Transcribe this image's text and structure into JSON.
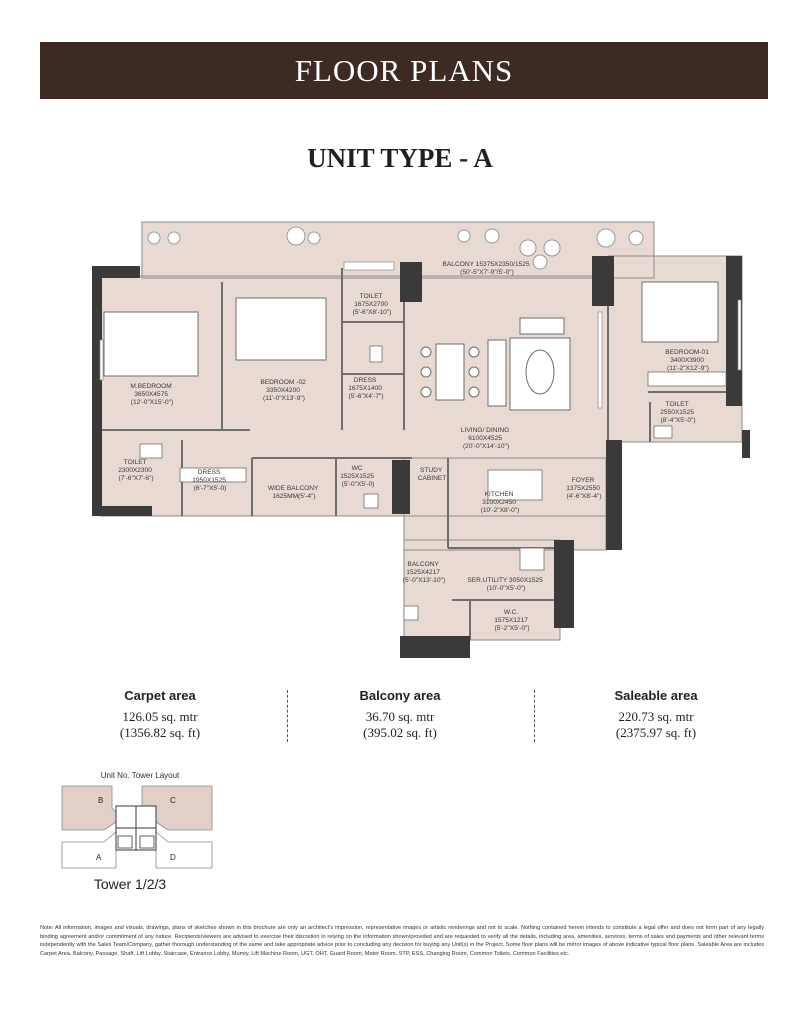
{
  "header": {
    "title": "FLOOR PLANS"
  },
  "unit": {
    "title": "UNIT TYPE - A"
  },
  "rooms": {
    "balcony_top": [
      "BALCONY 15375X2350/1525",
      "(50'-5\"X7'-9\"/5'-0\")"
    ],
    "bedroom_01": [
      "BEDROOM-01",
      "3400X3900",
      "(11'-2\"X12'-9\")"
    ],
    "toilet_top": [
      "TOILET",
      "1675X2700",
      "(5'-6\"X8'-10\")"
    ],
    "mbedroom": [
      "M.BEDROOM",
      "3650X4575",
      "(12'-0\"X15'-0\")"
    ],
    "bedroom_02": [
      "BEDROOM -02",
      "3350X4200",
      "(11'-0\"X13'-9\")"
    ],
    "dress_center": [
      "DRESS",
      "1675X1400",
      "(5'-6\"X4'-7\")"
    ],
    "toilet_right": [
      "TOILET",
      "2550X1525",
      "(8'-4\"X5'-0\")"
    ],
    "living": [
      "LIVING/ DINING",
      "6100X4525",
      "(20'-0\"X14'-10\")"
    ],
    "toilet_left": [
      "TOILET",
      "2300X2300",
      "(7'-6\"X7'-6\")"
    ],
    "dress_left": [
      "DRESS",
      "1950X1525",
      "(6'-7\"X5'-0)"
    ],
    "wide_balcony": [
      "WIDE BALCONY",
      "1625MM(5'-4\")"
    ],
    "wc": [
      "WC",
      "1525X1525",
      "(5'-0\"X5'-0)"
    ],
    "study": [
      "STUDY",
      "CABINET"
    ],
    "foyer": [
      "FOYER",
      "1375X2550",
      "(4'-6\"X8'-4\")"
    ],
    "kitchen": [
      "KITCHEN",
      "3100X2450",
      "(10'-2\"X8'-0\")"
    ],
    "balcony_small": [
      "BALCONY",
      "1525X4217",
      "(5'-0\"X13'-10\")"
    ],
    "ser_utility": [
      "SER.UTILITY 3050X1525",
      "(10'-0\"X5'-0\")"
    ],
    "wc_small": [
      "W.C.",
      "1575X1217",
      "(5'-2\"X5'-0\")"
    ]
  },
  "areas": {
    "carpet": {
      "label": "Carpet area",
      "metric": "126.05 sq. mtr",
      "imperial": "(1356.82 sq. ft)"
    },
    "balcony": {
      "label": "Balcony area",
      "metric": "36.70 sq. mtr",
      "imperial": "(395.02 sq. ft)"
    },
    "saleable": {
      "label": "Saleable area",
      "metric": "220.73 sq. mtr",
      "imperial": "(2375.97 sq. ft)"
    }
  },
  "layout": {
    "caption": "Unit No. Tower Layout",
    "units": [
      "B",
      "C",
      "A",
      "D"
    ],
    "tower": "Tower 1/2/3"
  },
  "notes": "Note: All information, images and visuals, drawings, plans of sketches shown in this brochure are only an architect's impression, representative images or artistic renderings and not to scale. Nothing contained herein intends to constitute a legal offer and does not form part of any legally binding agreement and/or commitment of any nature. Recipients/viewers are advised to exercise their discretion in relying on the information shown/provided and are requested to verify all the details, including area, amenities, services, terms of sales and payments and other relevant terms independently with the Sales Team/Company, gather thorough understanding of the same and take appropriate advice prior to concluding any decision for buying any Unit(s) in the Project. Some floor plans will be mirror images of above indicative typical floor plans. Saleable Area are includes Carpet Area, Balcony, Passage, Shaft, Lift Lobby, Staircase, Entrance Lobby, Mumty, Lift Machine Room, UGT, OHT, Guard Room, Meter Room, STP, ESS, Changing Room, Common Toilets, Common Facilities etc.",
  "colors": {
    "banner": "#3d2a22",
    "floor": "#e8d9d2",
    "wall": "#3a3a3a"
  }
}
